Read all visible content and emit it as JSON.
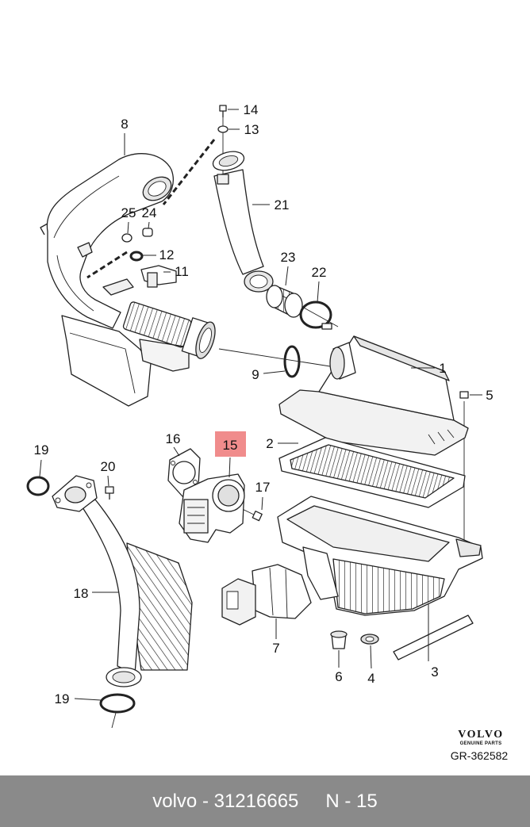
{
  "diagram": {
    "callouts": [
      "14",
      "13",
      "8",
      "21",
      "25",
      "24",
      "12",
      "11",
      "23",
      "22",
      "1",
      "9",
      "5",
      "2",
      "16",
      "15",
      "17",
      "19",
      "20",
      "18",
      "7",
      "6",
      "4",
      "3",
      "19"
    ]
  },
  "branding": {
    "logo_text": "VOLVO",
    "logo_subtext": "GENUINE PARTS",
    "reference": "GR-362582"
  },
  "footer": {
    "part_number_text": "volvo - 31216665",
    "position_text": "N - 15"
  },
  "colors": {
    "highlight": "#f08c8c",
    "footer_background": "#8a8a8a",
    "footer_text": "#ffffff",
    "line_art": "#222222"
  }
}
